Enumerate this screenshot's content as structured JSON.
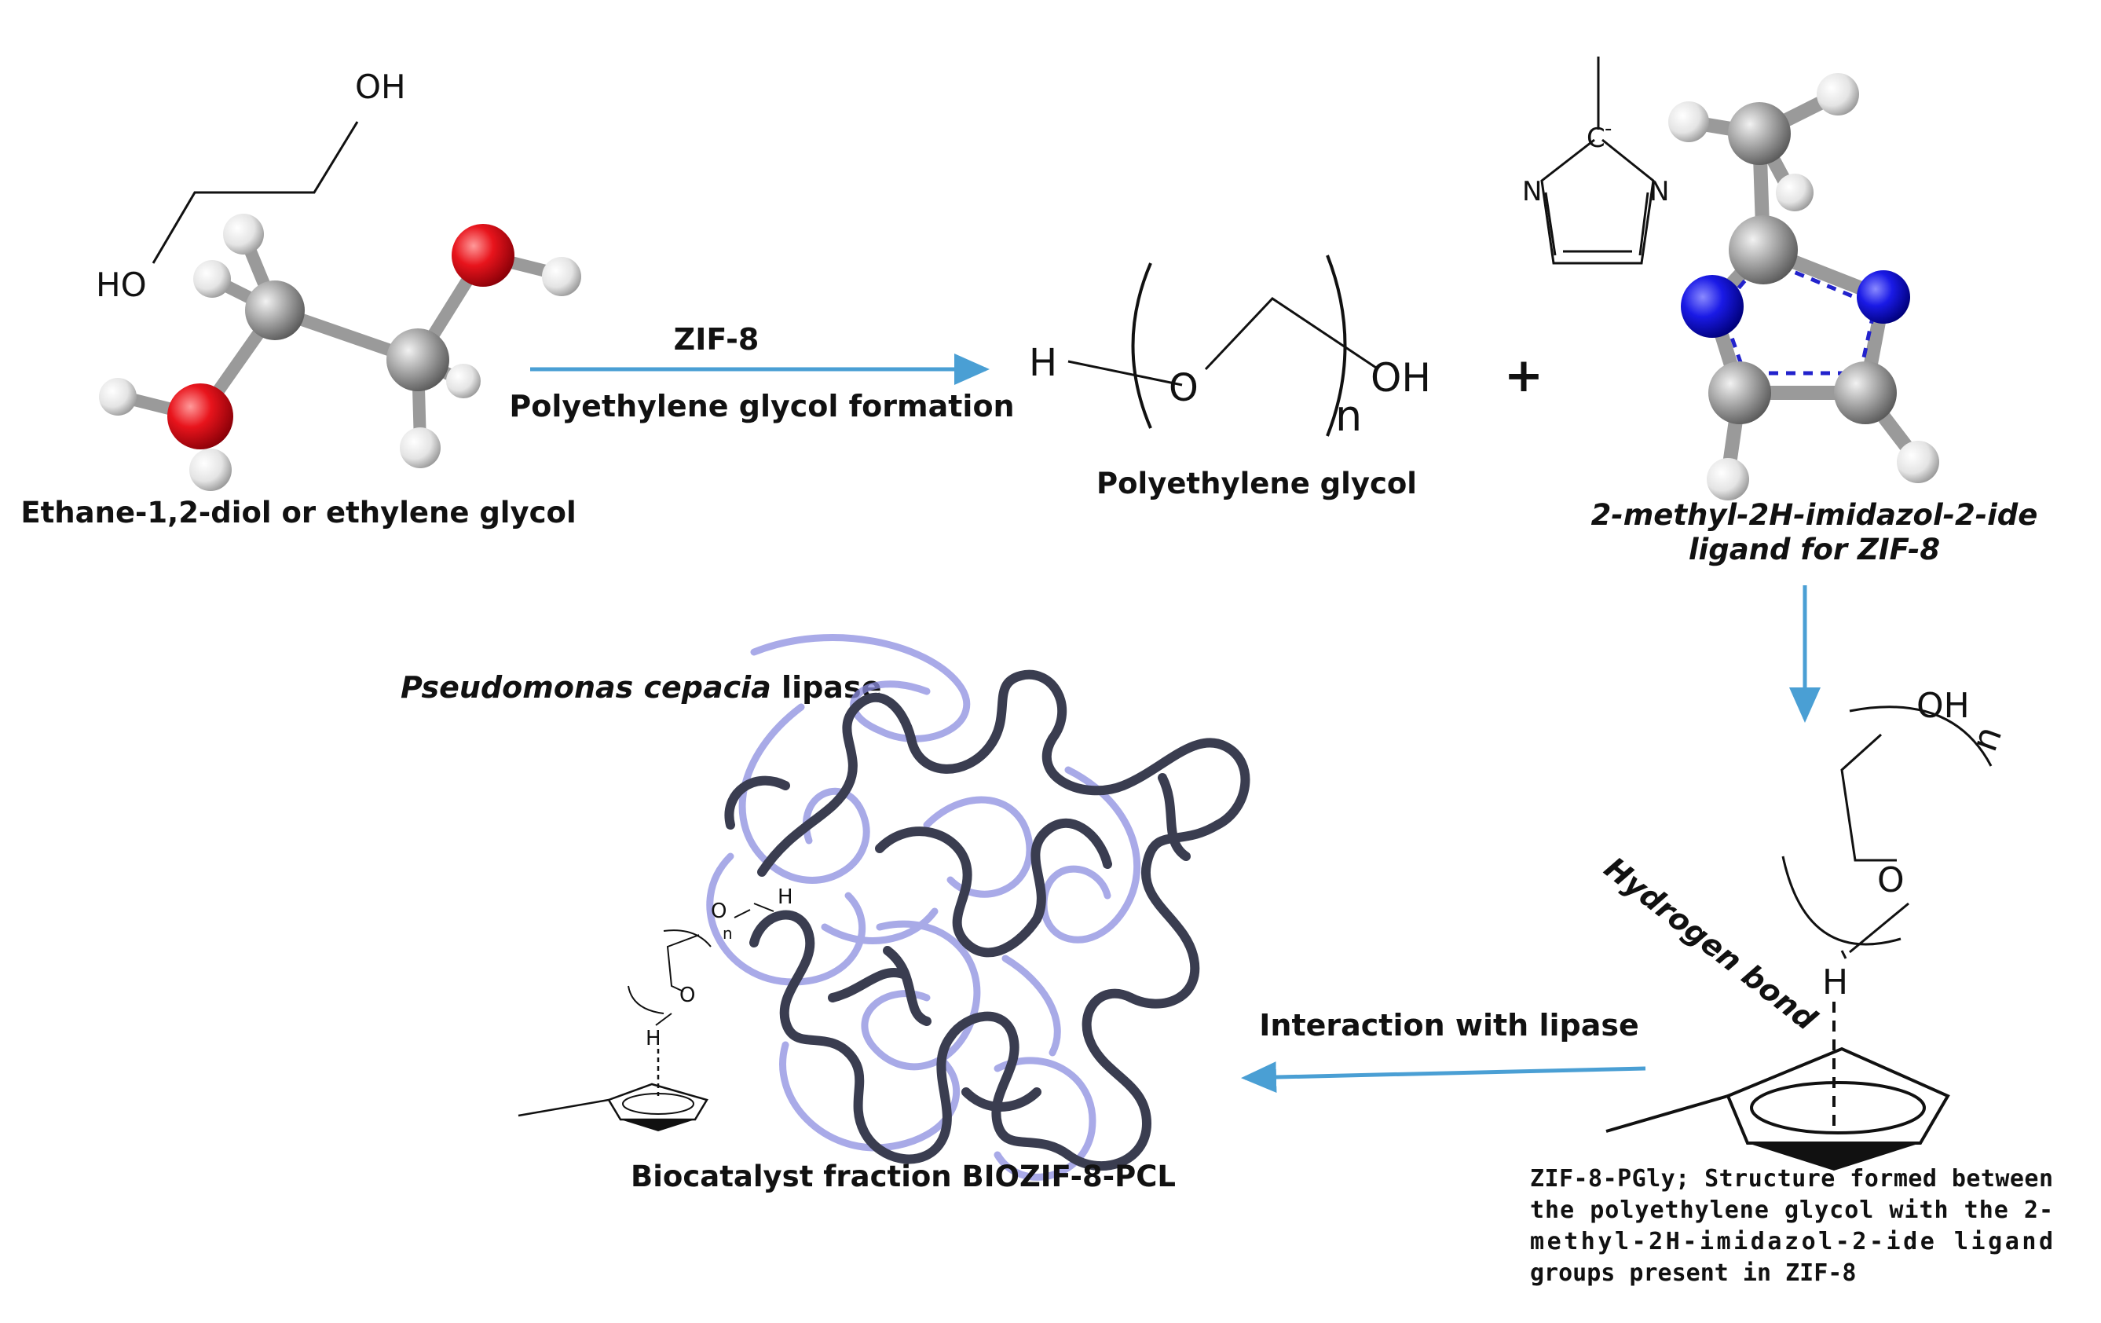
{
  "ethylene_glycol": {
    "label": "Ethane-1,2-diol or ethylene glycol",
    "oh_top": "OH",
    "ho_left": "HO"
  },
  "arrow1": {
    "top_label": "ZIF-8",
    "bottom_label": "Polyethylene glycol formation"
  },
  "peg": {
    "label": "Polyethylene glycol",
    "h": "H",
    "o": "O",
    "oh": "OH",
    "n": "n"
  },
  "plus": "+",
  "ligand": {
    "label_line1": "2-methyl-2H-imidazol-2-ide",
    "label_line2": "ligand for ZIF-8",
    "n_left": "N",
    "n_right": "N",
    "c_minus": "C",
    "charge": "-"
  },
  "zif_pgly": {
    "oh": "OH",
    "n": "n",
    "o": "O",
    "h": "H",
    "hbond_label": "Hydrogen bond",
    "caption_line1": "ZIF-8-PGly; Structure formed between",
    "caption_line2": "the polyethylene glycol with the 2-",
    "caption_line3": "methyl-2H-imidazol-2-ide ligand",
    "caption_line4": "groups present in ZIF-8"
  },
  "arrow3": {
    "label": "Interaction with lipase"
  },
  "lipase": {
    "label_italic": "Pseudomonas cepacia",
    "label_rest": " lipase"
  },
  "biocatalyst": {
    "label": "Biocatalyst fraction BIOZIF-8-PCL",
    "o": "O",
    "h_top": "H",
    "h_bottom": "H",
    "n": "n"
  },
  "colors": {
    "arrow": "#4a9fd4",
    "oxygen": "#e8141c",
    "nitrogen": "#1a1ae6",
    "carbon": "#a0a0a0",
    "hydrogen": "#e6e6e6",
    "protein_dark": "#3a3d50",
    "protein_light": "#8c8ee0"
  }
}
